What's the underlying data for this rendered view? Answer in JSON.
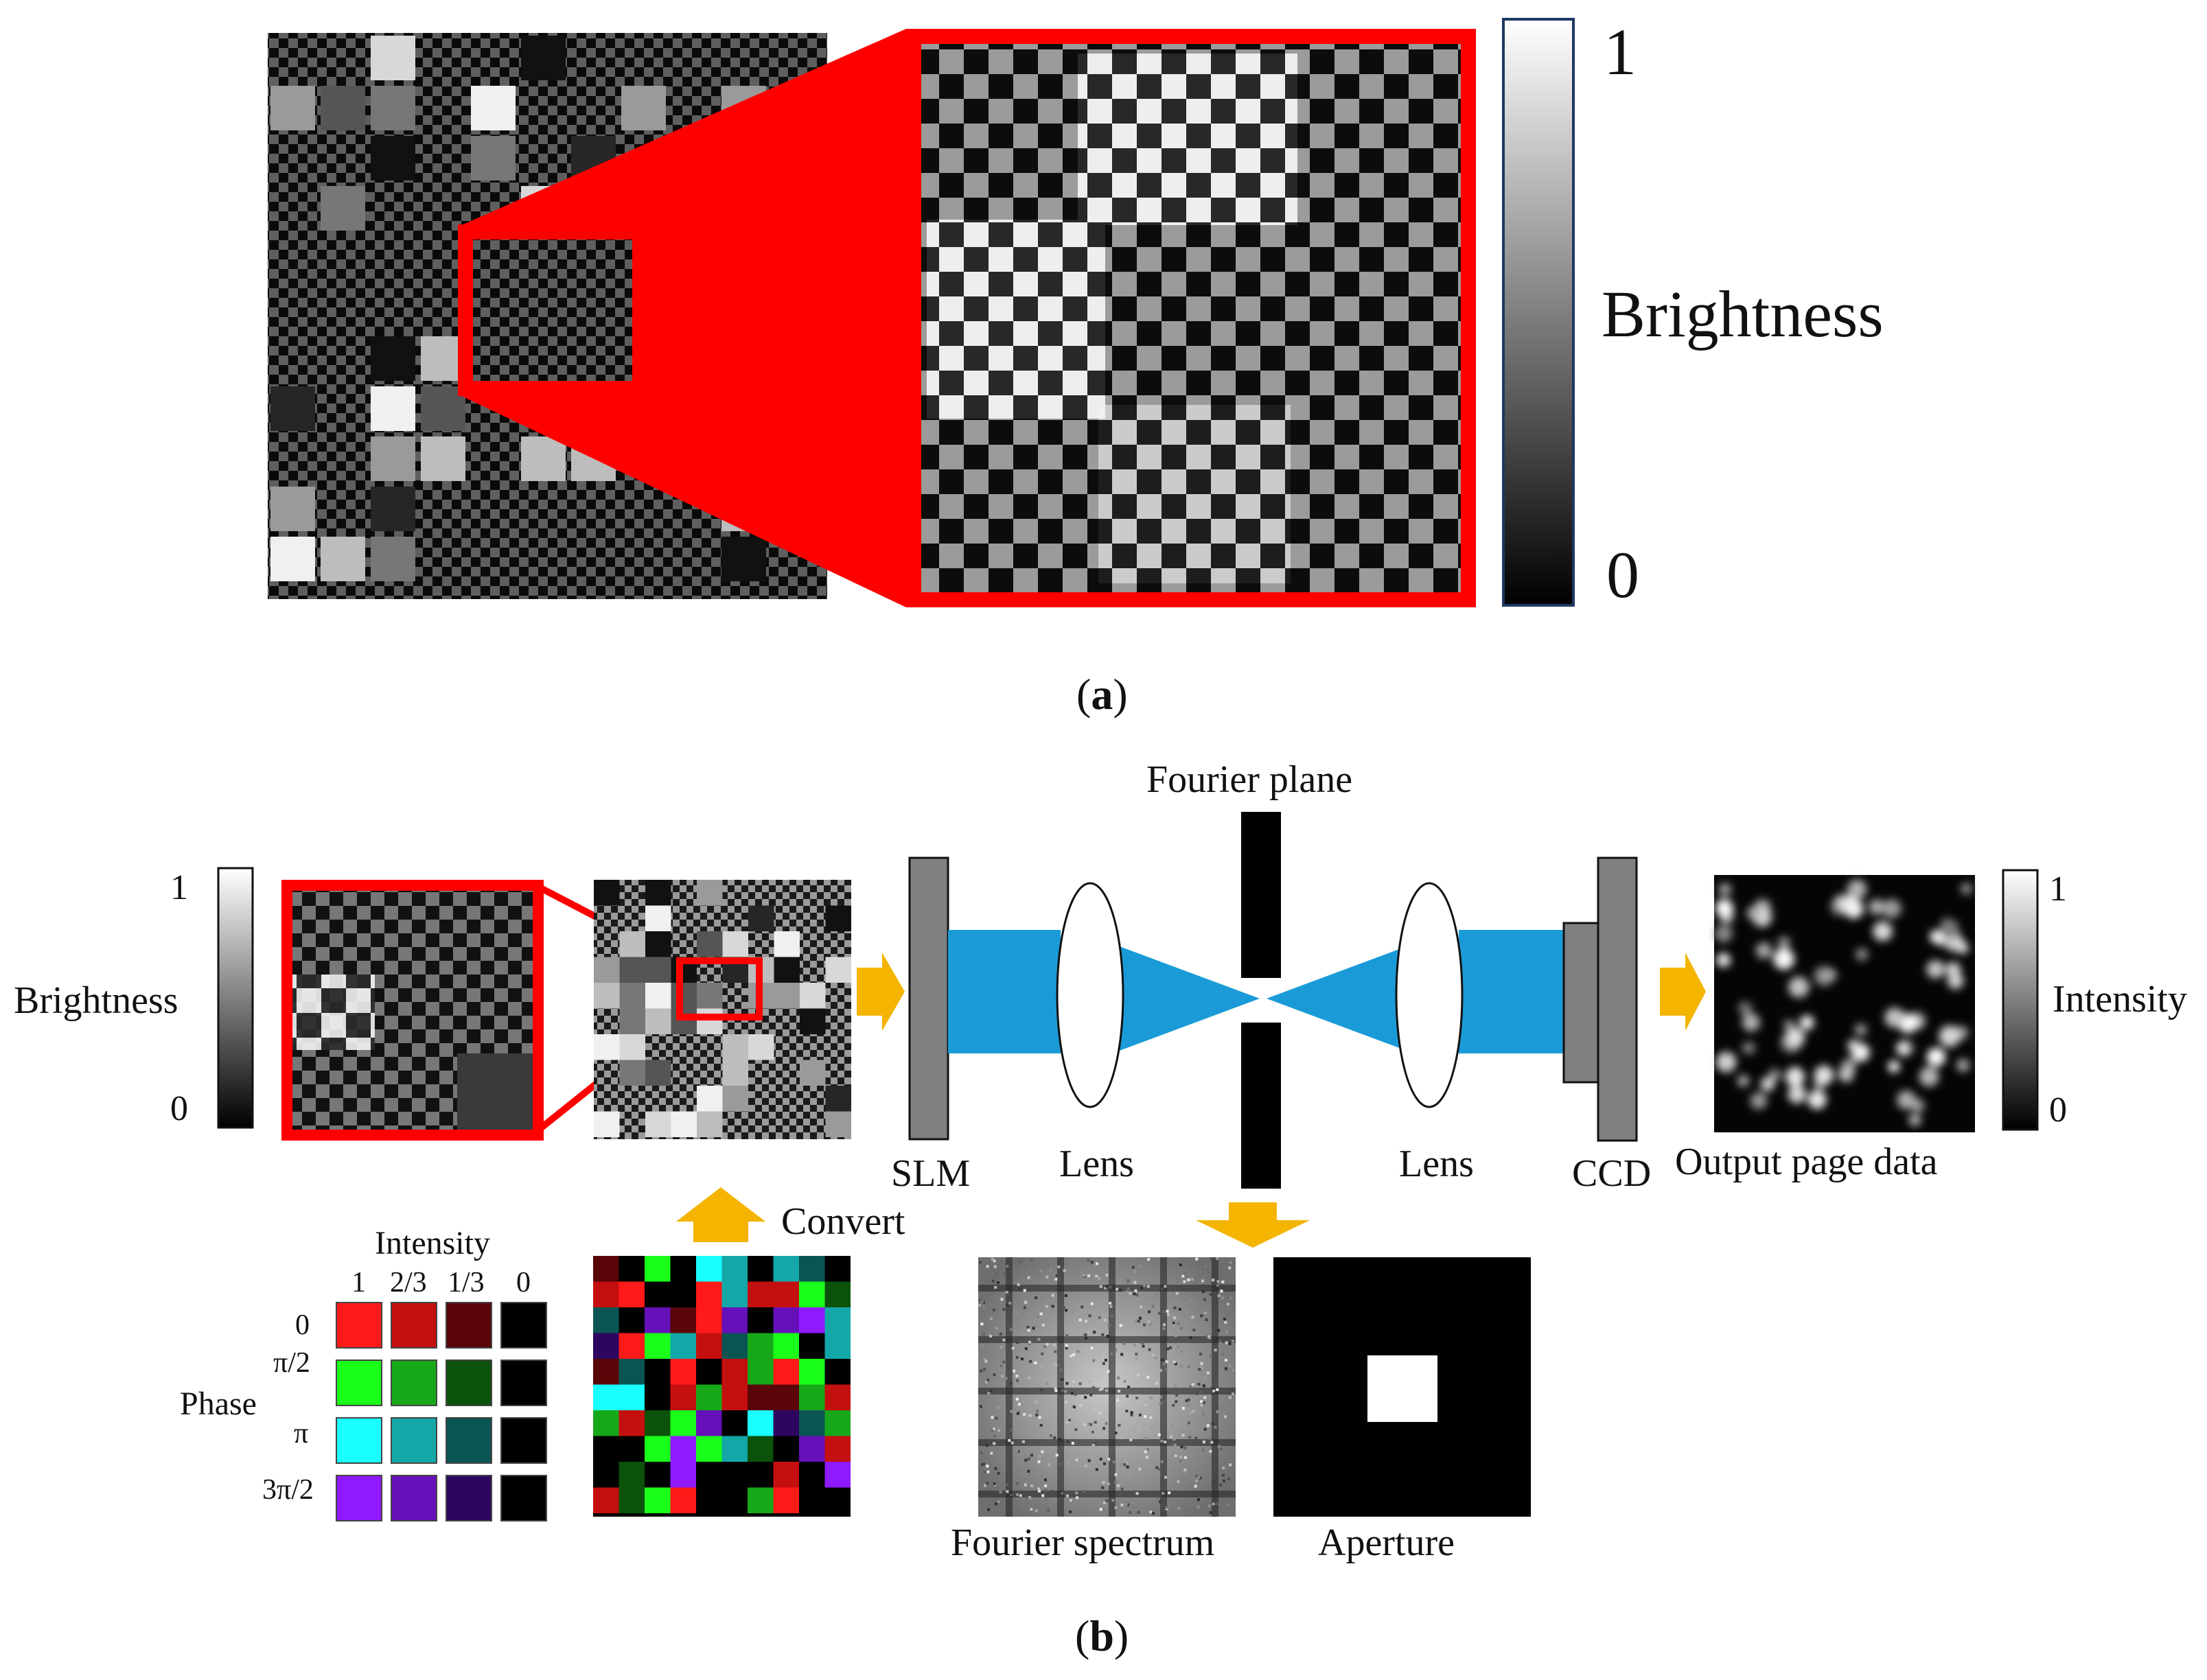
{
  "panel_a": {
    "label_open": "(",
    "label_letter": "a",
    "label_close": ")",
    "colorbar": {
      "max": "1",
      "min": "0",
      "title": "Brightness"
    }
  },
  "panel_b": {
    "label_open": "(",
    "label_letter": "b",
    "label_close": ")",
    "left_colorbar": {
      "max": "1",
      "min": "0",
      "title": "Brightness"
    },
    "right_colorbar": {
      "max": "1",
      "min": "0",
      "title": "Intensity"
    },
    "fourier_plane_label": "Fourier plane",
    "slm_label": "SLM",
    "lens1_label": "Lens",
    "lens2_label": "Lens",
    "ccd_label": "CCD",
    "output_label": "Output page data",
    "convert_label": "Convert",
    "fourier_spectrum_label": "Fourier spectrum",
    "aperture_label": "Aperture",
    "legend": {
      "intensity_title": "Intensity",
      "intensity_levels": [
        "1",
        "2/3",
        "1/3",
        "0"
      ],
      "phase_title": "Phase",
      "phase_levels": [
        "0",
        "π/2",
        "π",
        "3π/2"
      ],
      "colors": [
        [
          "#ff1a1a",
          "#c40f0f",
          "#5a0508",
          "#000000"
        ],
        [
          "#1aff1a",
          "#17a81a",
          "#0b520b",
          "#000000"
        ],
        [
          "#1affff",
          "#13a7a7",
          "#0b5454",
          "#000000"
        ],
        [
          "#8f1aff",
          "#6510b8",
          "#2d0660",
          "#000000"
        ]
      ]
    }
  },
  "colors": {
    "highlight_red": "#ff0000",
    "beam_blue": "#1a9bd7",
    "arrow_orange": "#f4b400",
    "device_gray": "#808080",
    "colorbar_border": "#1f3864"
  }
}
